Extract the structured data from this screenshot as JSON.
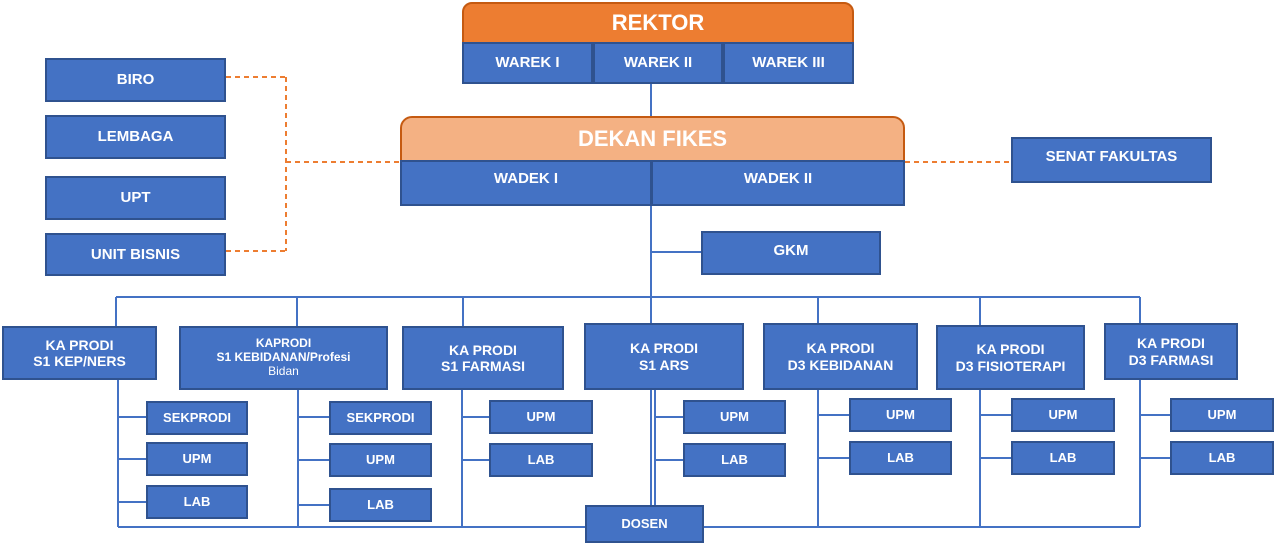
{
  "colors": {
    "box_fill": "#4472c4",
    "box_border": "#2f528f",
    "rektor_fill": "#ed7d31",
    "dekan_fill": "#f4b183",
    "solid_connector": "#4472c4",
    "dashed_connector": "#ed7d31"
  },
  "top": {
    "rektor": "REKTOR",
    "wareks": [
      "WAREK I",
      "WAREK II",
      "WAREK III"
    ]
  },
  "dean": {
    "title": "DEKAN FIKES",
    "wadeks": [
      "WADEK I",
      "WADEK II"
    ]
  },
  "left_units": [
    "BIRO",
    "LEMBAGA",
    "UPT",
    "UNIT BISNIS"
  ],
  "senat": "SENAT FAKULTAS",
  "gkm": "GKM",
  "prodis": [
    {
      "line1": "KA PRODI",
      "line2": "S1 KEP/NERS",
      "line3": ""
    },
    {
      "line1": "KAPRODI",
      "line2": "S1 KEBIDANAN/Profesi",
      "line3": "Bidan"
    },
    {
      "line1": "KA PRODI",
      "line2": "S1 FARMASI",
      "line3": ""
    },
    {
      "line1": "KA PRODI",
      "line2": "S1 ARS",
      "line3": ""
    },
    {
      "line1": "KA PRODI",
      "line2": "D3 KEBIDANAN",
      "line3": ""
    },
    {
      "line1": "KA PRODI",
      "line2": "D3 FISIOTERAPI",
      "line3": ""
    },
    {
      "line1": "KA PRODI",
      "line2": "D3 FARMASI",
      "line3": ""
    }
  ],
  "subunits": {
    "sekprodi": "SEKPRODI",
    "upm": "UPM",
    "lab": "LAB"
  },
  "dosen": "DOSEN"
}
